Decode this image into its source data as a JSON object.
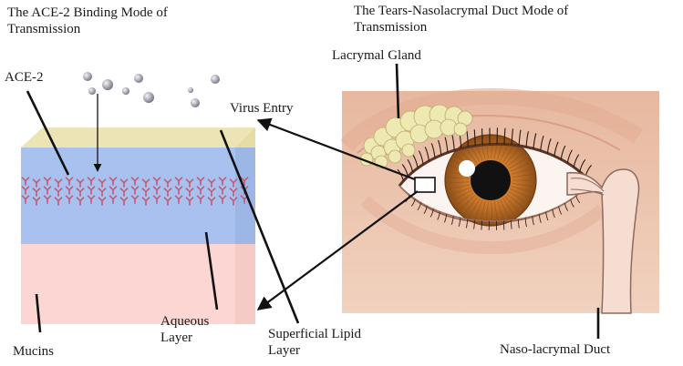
{
  "titles": {
    "left_line1": "The ACE-2 Binding Mode of",
    "left_line2": "Transmission",
    "right_line1": "The Tears-Nasolacrymal Duct Mode of",
    "right_line2": "Transmission"
  },
  "labels": {
    "ace2": "ACE-2",
    "virus_entry": "Virus Entry",
    "lacrymal_gland": "Lacrymal Gland",
    "mucins": "Mucins",
    "aqueous_line1": "Aqueous",
    "aqueous_line2": "Layer",
    "lipid_line1": "Superficial Lipid",
    "lipid_line2": "Layer",
    "duct": "Naso-lacrymal Duct"
  },
  "colors": {
    "lipid_layer": "#ece4b5",
    "aqueous_layer": "#a9c1ee",
    "mucin_layer": "#fbd6d2",
    "receptor": "#c45a74",
    "eye_bg": "#efc9b3",
    "iris": "#b86a25",
    "gland": "#eee8b2"
  },
  "icons": [
    "virus-particle-icon",
    "ace2-receptor-icon"
  ]
}
